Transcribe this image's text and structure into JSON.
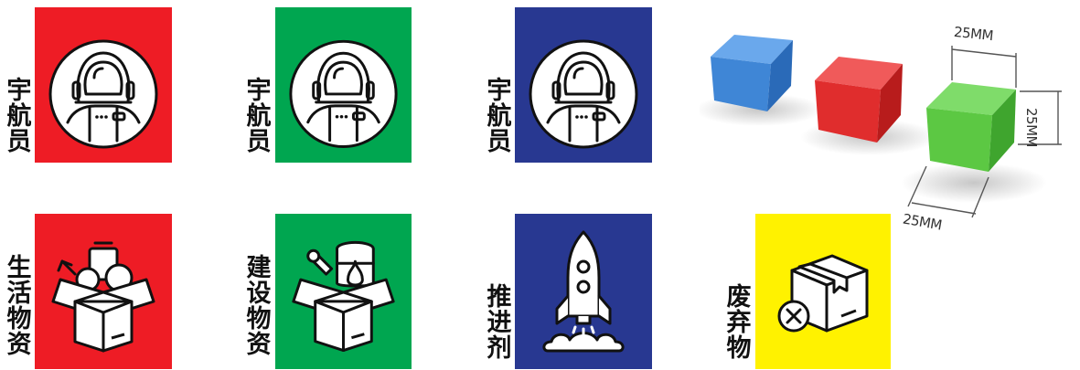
{
  "cards": [
    {
      "id": "astronaut-red",
      "color": "#ee1c25",
      "chars": [
        "宇",
        "航",
        "员"
      ]
    },
    {
      "id": "astronaut-green",
      "color": "#00a650",
      "chars": [
        "宇",
        "航",
        "员"
      ]
    },
    {
      "id": "astronaut-blue",
      "color": "#283891",
      "chars": [
        "宇",
        "航",
        "员"
      ]
    },
    {
      "id": "supplies-red",
      "color": "#ee1c25",
      "chars": [
        "生",
        "活",
        "物",
        "资"
      ]
    },
    {
      "id": "construction-green",
      "color": "#00a650",
      "chars": [
        "建",
        "设",
        "物",
        "资"
      ]
    },
    {
      "id": "propellant-blue",
      "color": "#283891",
      "chars": [
        "推",
        "进",
        "剂"
      ]
    },
    {
      "id": "waste-yellow",
      "color": "#fff200",
      "chars": [
        "废",
        "弃",
        "物"
      ]
    }
  ],
  "icons": {
    "astronaut": "astronaut-helmet-icon",
    "supplies": "food-box-icon",
    "construction": "tools-barrel-box-icon",
    "propellant": "rocket-icon",
    "waste": "box-with-x-icon"
  },
  "cubes": {
    "colors": [
      "#3f86d6",
      "#e02d2d",
      "#5cc843"
    ],
    "dimension_top": "25MM",
    "dimension_side": "25MM",
    "dimension_bottom": "25MM"
  }
}
